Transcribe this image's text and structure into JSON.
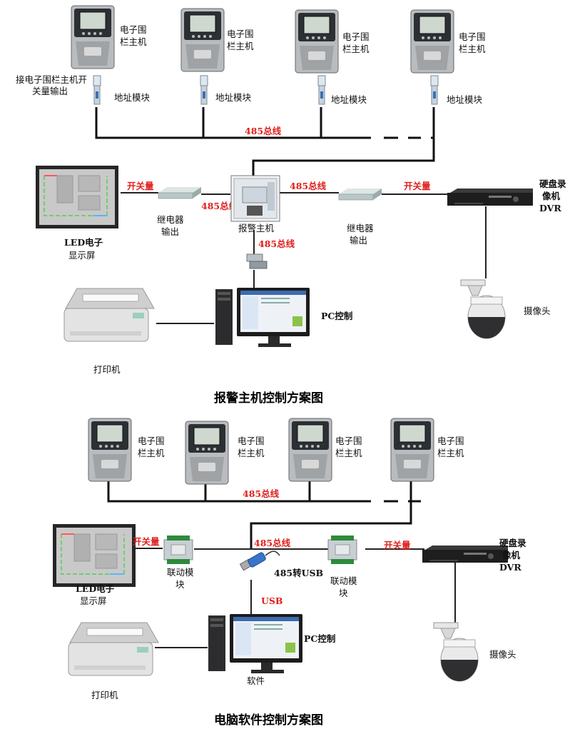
{
  "diagram1": {
    "title": "报警主机控制方案图",
    "fence_host_label": [
      "电子围",
      "栏主机"
    ],
    "switch_output_label": [
      "接电子围栏主机开",
      "关量输出"
    ],
    "address_module_label": "地址模块",
    "bus485_label": "485总线",
    "switch_label": "开关量",
    "led_label": [
      "LED电子",
      "显示屏"
    ],
    "relay_label": [
      "继电器",
      "输出"
    ],
    "alarm_host_label": "报警主机",
    "dvr_label": [
      "硬盘录",
      "像机",
      "DVR"
    ],
    "pc_label": "PC控制",
    "printer_label": "打印机",
    "camera_label": "摄像头"
  },
  "diagram2": {
    "title": "电脑软件控制方案图",
    "fence_host_label": [
      "电子围",
      "栏主机"
    ],
    "bus485_label": "485总线",
    "switch_label": "开关量",
    "led_label": [
      "LED电子",
      "显示屏"
    ],
    "linkage_label": [
      "联动模",
      "块"
    ],
    "converter_label": "485转USB",
    "usb_label": "USB",
    "dvr_label": [
      "硬盘录",
      "像机",
      "DVR"
    ],
    "pc_label": "PC控制",
    "software_label": "软件",
    "printer_label": "打印机",
    "camera_label": "摄像头"
  }
}
